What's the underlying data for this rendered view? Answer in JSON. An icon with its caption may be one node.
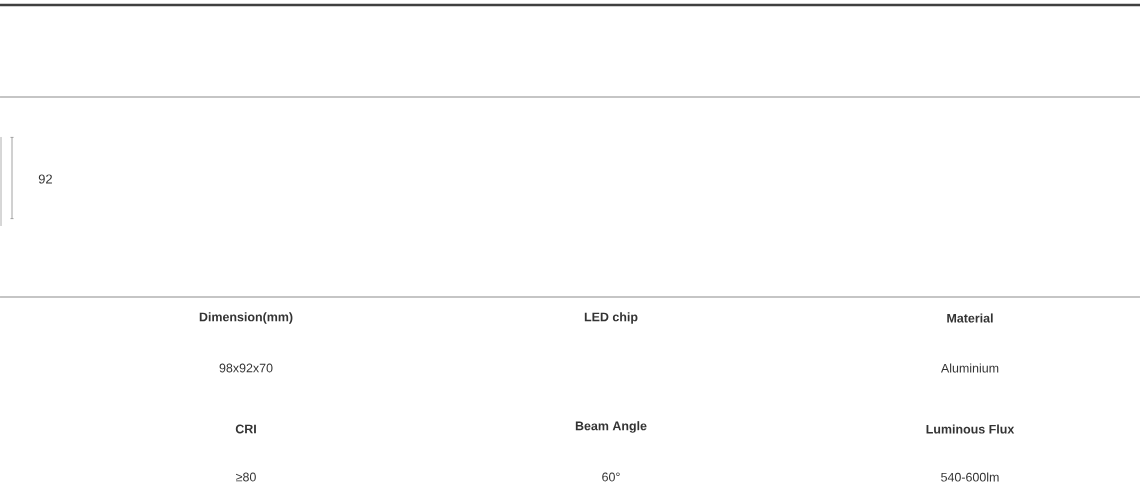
{
  "diagram": {
    "labels": [
      "92",
      "Dimension(mm)",
      "LED chip",
      "Material",
      "98x92x70",
      "Aluminium",
      "CRI",
      "Beam Angle",
      "Luminous Flux",
      "≥80",
      "60°",
      "540-600lm"
    ]
  }
}
